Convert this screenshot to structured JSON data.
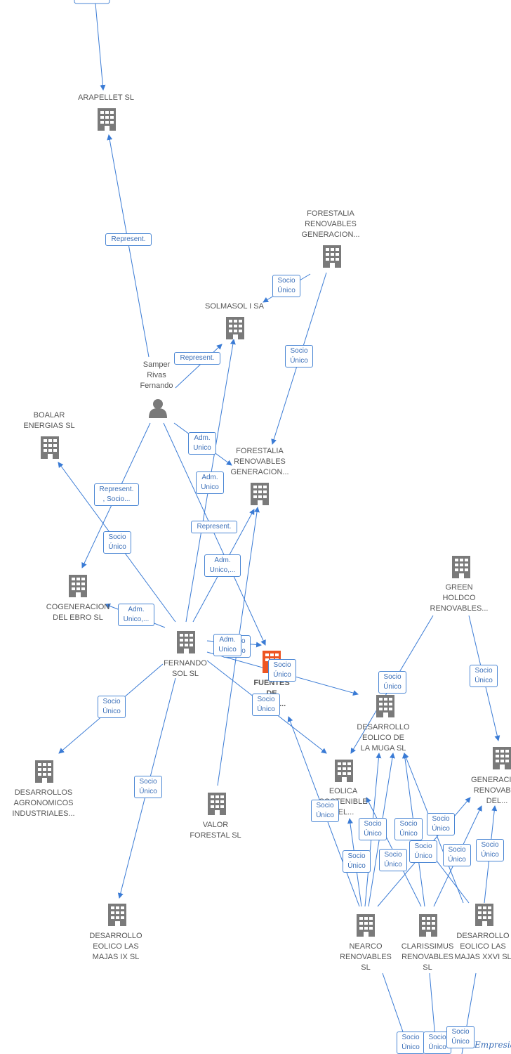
{
  "colors": {
    "edge": "#3a7bd5",
    "node": "#7a7a7a",
    "highlight": "#ee5522",
    "label_border": "#4a86d4"
  },
  "nodes": {
    "arapellet": "ARAPELLET  SL",
    "forestalia_top": "FORESTALIA\nRENOVABLES\nGENERACION...",
    "solmasol": "SOLMASOL I SA",
    "person": "Samper\nRivas\nFernando",
    "boalar": "BOALAR\nENERGIAS  SL",
    "forestalia_mid": "FORESTALIA\nRENOVABLES\nGENERACION...",
    "cogeneracion": "COGENERACION\nDEL EBRO  SL",
    "fernando_sol": "FERNANDO\nSOL SL",
    "fuentes": "FUENTES\nDE\nEBRA...",
    "green_holdco": "GREEN\nHOLDCO\nRENOVABLES...",
    "desarrollos_agro": "DESARROLLOS\nAGRONOMICOS\nINDUSTRIALES...",
    "valor_forestal": "VALOR\nFORESTAL SL",
    "desarrollo_muga": "DESARROLLO\nEOLICO DE\nLA MUGA SL",
    "eolica": "EOLICA\nSOSTENIBLE\nDEL...",
    "generacion_right": "GENERACION\nRENOVABLE\nDEL...",
    "desarrollo_majas_ix": "DESARROLLO\nEOLICO LAS\nMAJAS IX  SL",
    "nearco": "NEARCO\nRENOVABLES\nSL",
    "clarissimus": "CLARISSIMUS\nRENOVABLES\nSL",
    "desarrollo_majas_xxvi": "DESARROLLO\nEOLICO LAS\nMAJAS XXVI  SL"
  },
  "edge_labels": {
    "represent": "Represent.",
    "represent_socio": "Represent.\n, Socio...",
    "socio_unico": "Socio\nÚnico",
    "adm_unico": "Adm.\nUnico",
    "adm_unico_more": "Adm.\nUnico,..."
  },
  "watermark": "Empresia"
}
